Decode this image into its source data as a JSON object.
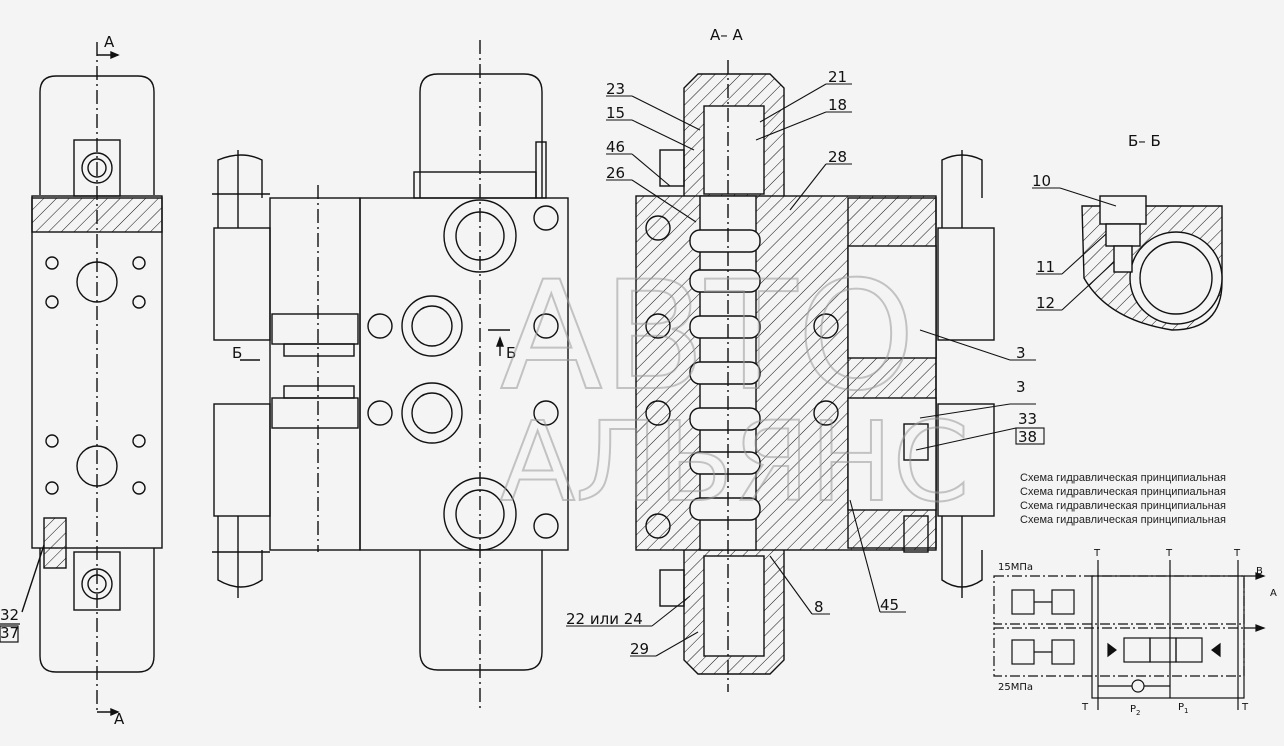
{
  "section_labels": {
    "aa_top": "A",
    "aa_bottom": "A",
    "section_aa": "А– А",
    "section_bb": "Б– Б",
    "b_left": "Б",
    "b_right": "Б"
  },
  "callouts": {
    "c21": "21",
    "c18": "18",
    "c23": "23",
    "c15": "15",
    "c46": "46",
    "c26": "26",
    "c28": "28",
    "c3a": "3",
    "c3b": "3",
    "c33": "33",
    "c38": "38",
    "c45": "45",
    "c8": "8",
    "c22": "22 или 24",
    "c29": "29",
    "c32": "32",
    "c37": "37",
    "c10": "10",
    "c11": "11",
    "c12": "12"
  },
  "notes": [
    "Схема гидравлическая принципиальная",
    "Схема гидравлическая принципиальная",
    "Схема гидравлическая принципиальная",
    "Схема гидравлическая принципиальная"
  ],
  "schematic": {
    "p15": "15МПа",
    "p25": "25МПа",
    "t1": "T",
    "t2": "T",
    "t3": "T",
    "tb1": "T",
    "tb2": "T",
    "b": "B",
    "a": "A",
    "p2": "P",
    "p2sub": "2",
    "p1": "P",
    "p1sub": "1"
  },
  "watermark": {
    "line1": "АВТО",
    "line2": "АЛЬЯНС"
  },
  "colors": {
    "line": "#111111",
    "background": "#f4f4f4",
    "watermark": "#9a9a9a"
  }
}
